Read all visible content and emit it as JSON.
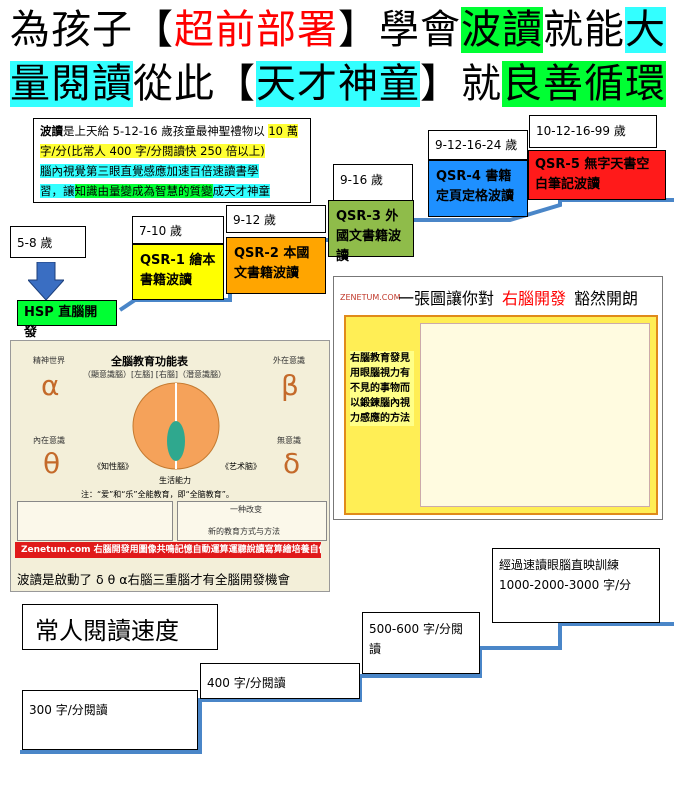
{
  "title": {
    "line1": [
      {
        "text": "為孩子【",
        "style": "plain"
      },
      {
        "text": "超前部署",
        "style": "red"
      },
      {
        "text": "】學會",
        "style": "plain"
      },
      {
        "text": "波讀",
        "style": "green"
      },
      {
        "text": "就能",
        "style": "plain"
      },
      {
        "text": "大",
        "style": "cyan"
      }
    ],
    "line2": [
      {
        "text": "量閱讀",
        "style": "cyan"
      },
      {
        "text": "從此【",
        "style": "plain"
      },
      {
        "text": "天才神童",
        "style": "cyan"
      },
      {
        "text": "】就",
        "style": "plain"
      },
      {
        "text": "良善循環",
        "style": "green"
      }
    ]
  },
  "intro": {
    "p1_bold": "波讀",
    "p1_a": "是上天給 5-12-16 歲孩童最神聖禮物以 ",
    "p1_num": "10 萬字/分(比常人 400 字/分閱讀快 250 倍以上)",
    "p2": "腦內視覺第三眼直覺感應加速百倍速讀書學",
    "p3_a": "習，讓",
    "p3_b": "知識由量變成為智慧的質變",
    "p3_c": "成",
    "p3_d": "天才神童"
  },
  "ages": {
    "a1": "5-8 歲",
    "a2": "7-10 歲",
    "a3": "9-12 歲",
    "a4": "9-16 歲",
    "a5": "9-12-16-24 歲",
    "a6": "10-12-16-99 歲"
  },
  "levels": {
    "hsp": "HSP 直腦開發",
    "qsr1": "QSR-1 繪本書籍波讀",
    "qsr2": "QSR-2 本國文書籍波讀",
    "qsr3": "QSR-3 外國文書籍波讀",
    "qsr4": "QSR-4 書籍定頁定格波讀",
    "qsr5": "QSR-5 無字天書空白筆記波讀"
  },
  "left_panel": {
    "title": "全腦教育功能表",
    "subtitle": "（顯意識腦）[左腦]  [右腦]（潛意識腦）",
    "alpha_label": "精神世界",
    "beta_label": "外在意識",
    "theta_label": "內在意識",
    "delta_label": "無意識",
    "alpha": "α",
    "beta": "β",
    "theta": "θ",
    "delta": "δ",
    "left_caption": "《知性腦》",
    "right_caption": "《艺术脑》",
    "center_caption": "生活能力",
    "quote": "注：“爱”和“乐”全能教育，即“全脑教育”。",
    "bottom_title": "一种改变",
    "bottom_sub": "新的教育方式与方法",
    "banner": "Zenetum.com 右腦開發用圖像共鳴記憶自動運算運聽說讀寫算繪培養自信心",
    "caption": "波讀是啟動了 δ θ α右腦三重腦才有全腦開發機會"
  },
  "right_panel": {
    "site": "ZENETUM.COM",
    "title_a": "一張圖讓你對",
    "title_b": "右腦開發",
    "title_c": "豁然開朗",
    "side_text": "右腦教育發見用眼腦視力有不見的事物而以鍛鍊腦內視力感應的方法"
  },
  "normal": {
    "title": "常人閱讀速度",
    "s1": "300 字/分閱讀",
    "s2": "400 字/分閱讀",
    "s3": "500-600 字/分閱讀",
    "s4": "經過速讀眼腦直映訓練 1000-2000-3000 字/分"
  },
  "colors": {
    "step_line": "#4a86c8",
    "qsr1": "#ffff00",
    "qsr2": "#ffa500",
    "qsr3": "#8fbc4a",
    "qsr4": "#1e90ff",
    "qsr5": "#ff1a1a",
    "hsp": "#00ff33"
  }
}
